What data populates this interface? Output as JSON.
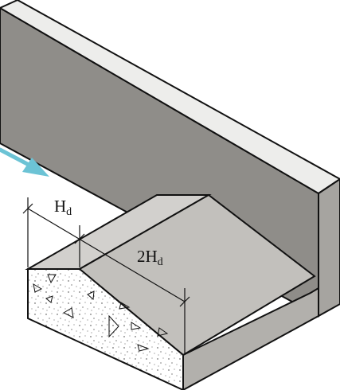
{
  "labels": {
    "dim_short": {
      "main": "H",
      "sub": "d"
    },
    "dim_long": {
      "prefix": "2H",
      "sub": "d"
    }
  },
  "colors": {
    "wall_front": "#8f8d89",
    "wall_top": "#ededeb",
    "wall_side": "#a6a4a0",
    "block_top": "#d2d0cd",
    "block_slope": "#c2c0bc",
    "block_side": "#b2b0ac",
    "concrete": "#ffffff",
    "arrow": "#6cc3d5",
    "line": "#111111"
  }
}
